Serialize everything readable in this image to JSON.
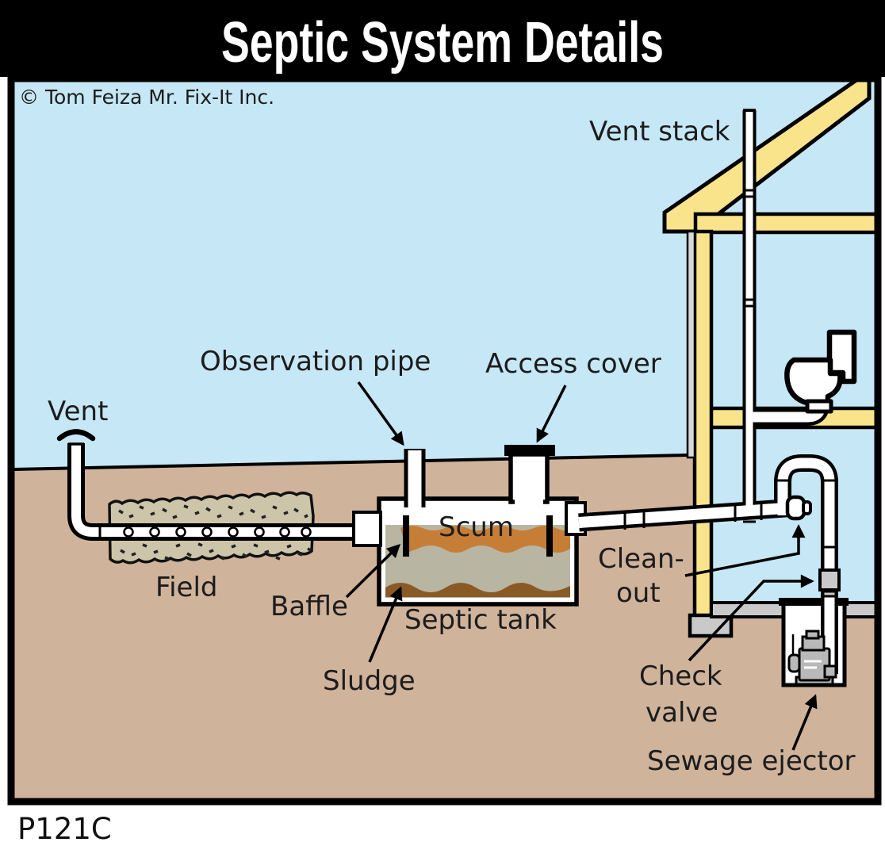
{
  "title": "Septic System Details",
  "code": "P121C",
  "copyright": "© Tom Feiza Mr. Fix-It Inc.",
  "labels": {
    "vent_stack": "Vent stack",
    "observation_pipe": "Observation pipe",
    "access_cover": "Access cover",
    "vent": "Vent",
    "scum": "Scum",
    "field": "Field",
    "baffle": "Baffle",
    "septic_tank": "Septic tank",
    "sludge": "Sludge",
    "clean_out_line1": "Clean-",
    "clean_out_line2": "out",
    "check_valve_line1": "Check",
    "check_valve_line2": "valve",
    "sewage_ejector": "Sewage ejector"
  },
  "colors": {
    "sky": "#c6e7f5",
    "ground": "#cfb39b",
    "framing": "#f9e48c",
    "gravel": "#ccc5aa",
    "scum": "#c67e36",
    "liquid": "#b8b5a2",
    "sludge": "#8a5a26",
    "concrete": "#c9c9c9",
    "pump": "#b9b9b9",
    "titlebar": "#000000"
  }
}
